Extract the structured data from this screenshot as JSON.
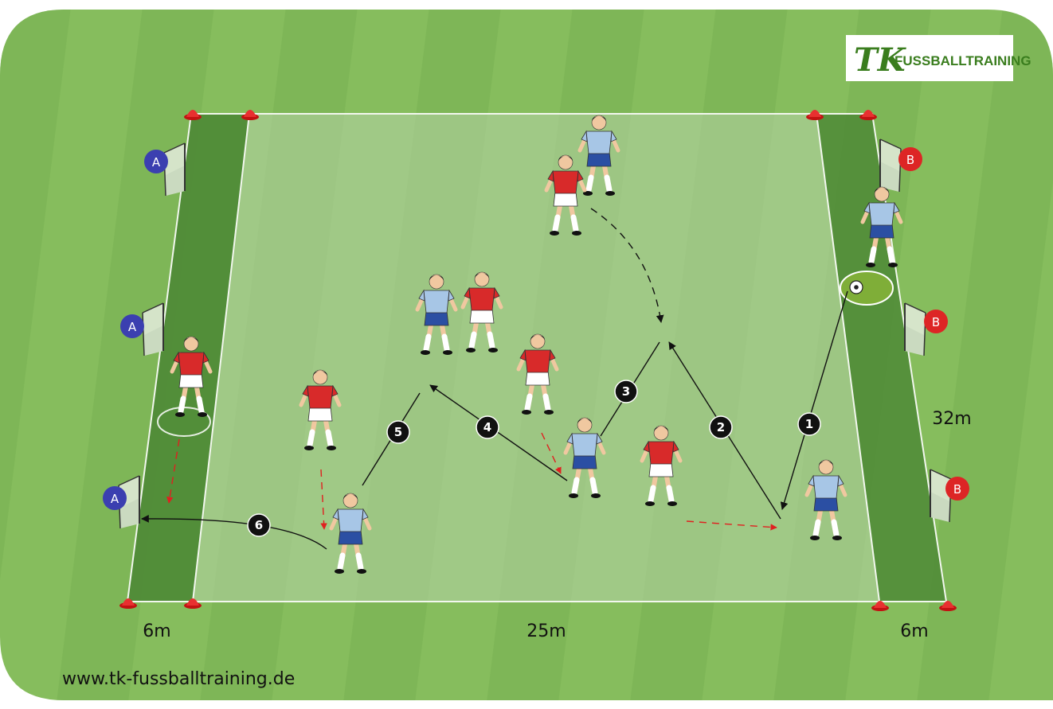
{
  "logo": {
    "mark": "TK",
    "text": "FUSSBALLTRAINING"
  },
  "website": "www.tk-fussballtraining.de",
  "dimensions": {
    "left_zone": "6m",
    "middle": "25m",
    "right_zone": "6m",
    "height": "32m"
  },
  "team_markers": {
    "left": "A",
    "right": "B"
  },
  "pass_numbers": [
    "1",
    "2",
    "3",
    "4",
    "5",
    "6"
  ],
  "colors": {
    "pitch_stripe_light": "#8cc063",
    "pitch_stripe_dark": "#79b152",
    "zone_dark": "#4e8a36",
    "field_light": "#a9c79a",
    "team_a_badge": "#3b3fb0",
    "team_b_badge": "#dd2525",
    "shirt_blue": "#a7c6e6",
    "shirt_red": "#d82a2a"
  }
}
